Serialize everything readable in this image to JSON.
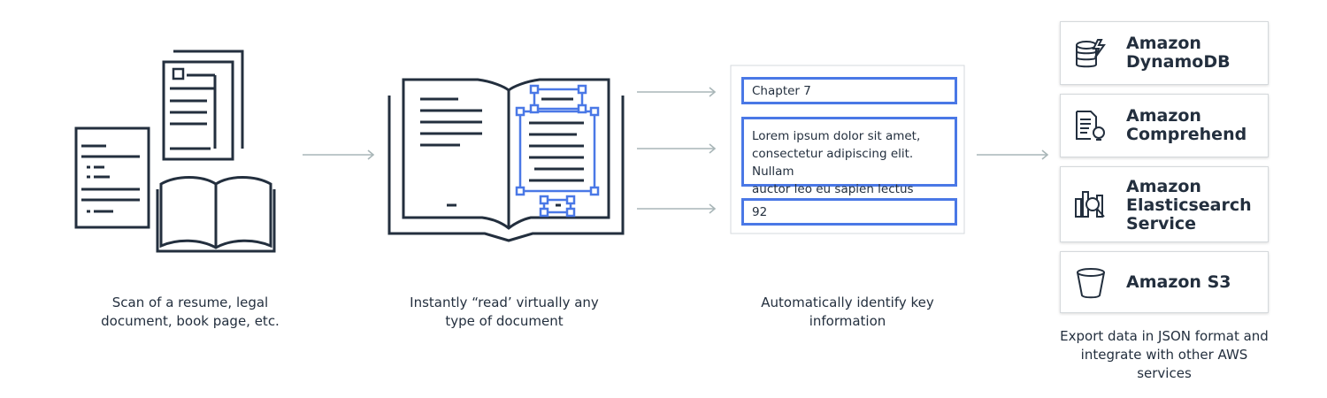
{
  "steps": [
    {
      "caption_lines": [
        "Scan of a resume, legal",
        "document, book page, etc."
      ]
    },
    {
      "caption_lines": [
        "Instantly “read’ virtually any",
        "type of document"
      ]
    },
    {
      "caption_lines": [
        "Automatically identify key",
        "information"
      ]
    },
    {
      "caption_lines": [
        "Export data in JSON format and",
        "integrate with other AWS",
        "services"
      ]
    }
  ],
  "extracted_fields": [
    {
      "lines": [
        "Chapter 7"
      ]
    },
    {
      "lines": [
        "Lorem ipsum dolor sit amet,",
        "consectetur adipiscing elit. Nullam",
        "auctor leo eu sapien lectus facilisis."
      ]
    },
    {
      "lines": [
        "92"
      ]
    }
  ],
  "services": [
    {
      "name_lines": [
        "Amazon",
        "DynamoDB"
      ],
      "icon": "database-lightning-icon"
    },
    {
      "name_lines": [
        "Amazon",
        "Comprehend"
      ],
      "icon": "document-lightbulb-icon"
    },
    {
      "name_lines": [
        "Amazon",
        "Elasticsearch",
        "Service"
      ],
      "icon": "chart-magnifier-icon"
    },
    {
      "name_lines": [
        "Amazon S3"
      ],
      "icon": "bucket-icon"
    }
  ],
  "colors": {
    "ink": "#232f3e",
    "highlight": "#4a78e6",
    "arrow": "#a9b6b8",
    "card_border": "#d5d9dc"
  }
}
